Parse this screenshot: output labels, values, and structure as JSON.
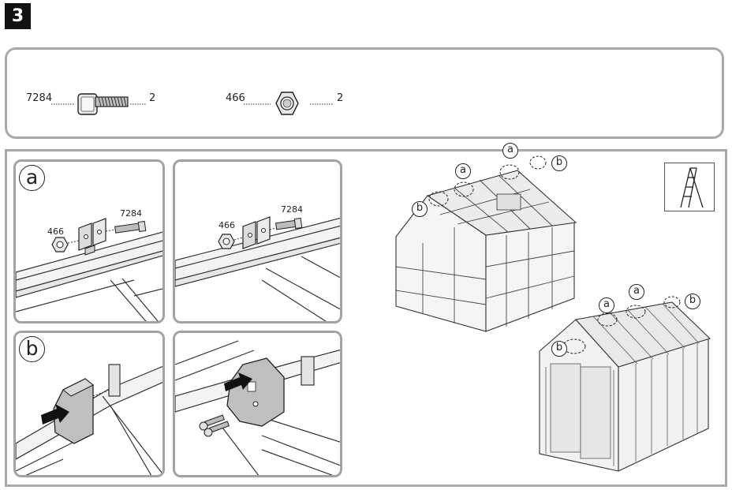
{
  "step": {
    "number": "3"
  },
  "parts": [
    {
      "code": "7284",
      "qty": "2",
      "icon": "bolt-icon"
    },
    {
      "code": "466",
      "qty": "2",
      "icon": "hex-nut-icon"
    }
  ],
  "panels": {
    "a": {
      "letter": "a",
      "nut_label": "466",
      "bolt_label": "7284"
    },
    "a2": {
      "nut_label": "466",
      "bolt_label": "7284"
    },
    "b": {
      "letter": "b"
    }
  },
  "overview": {
    "greenhouse_callouts": [
      "a",
      "a",
      "b",
      "b"
    ],
    "shed_callouts": [
      "a",
      "a",
      "b",
      "b"
    ],
    "tool_icon": "ladder-icon"
  }
}
